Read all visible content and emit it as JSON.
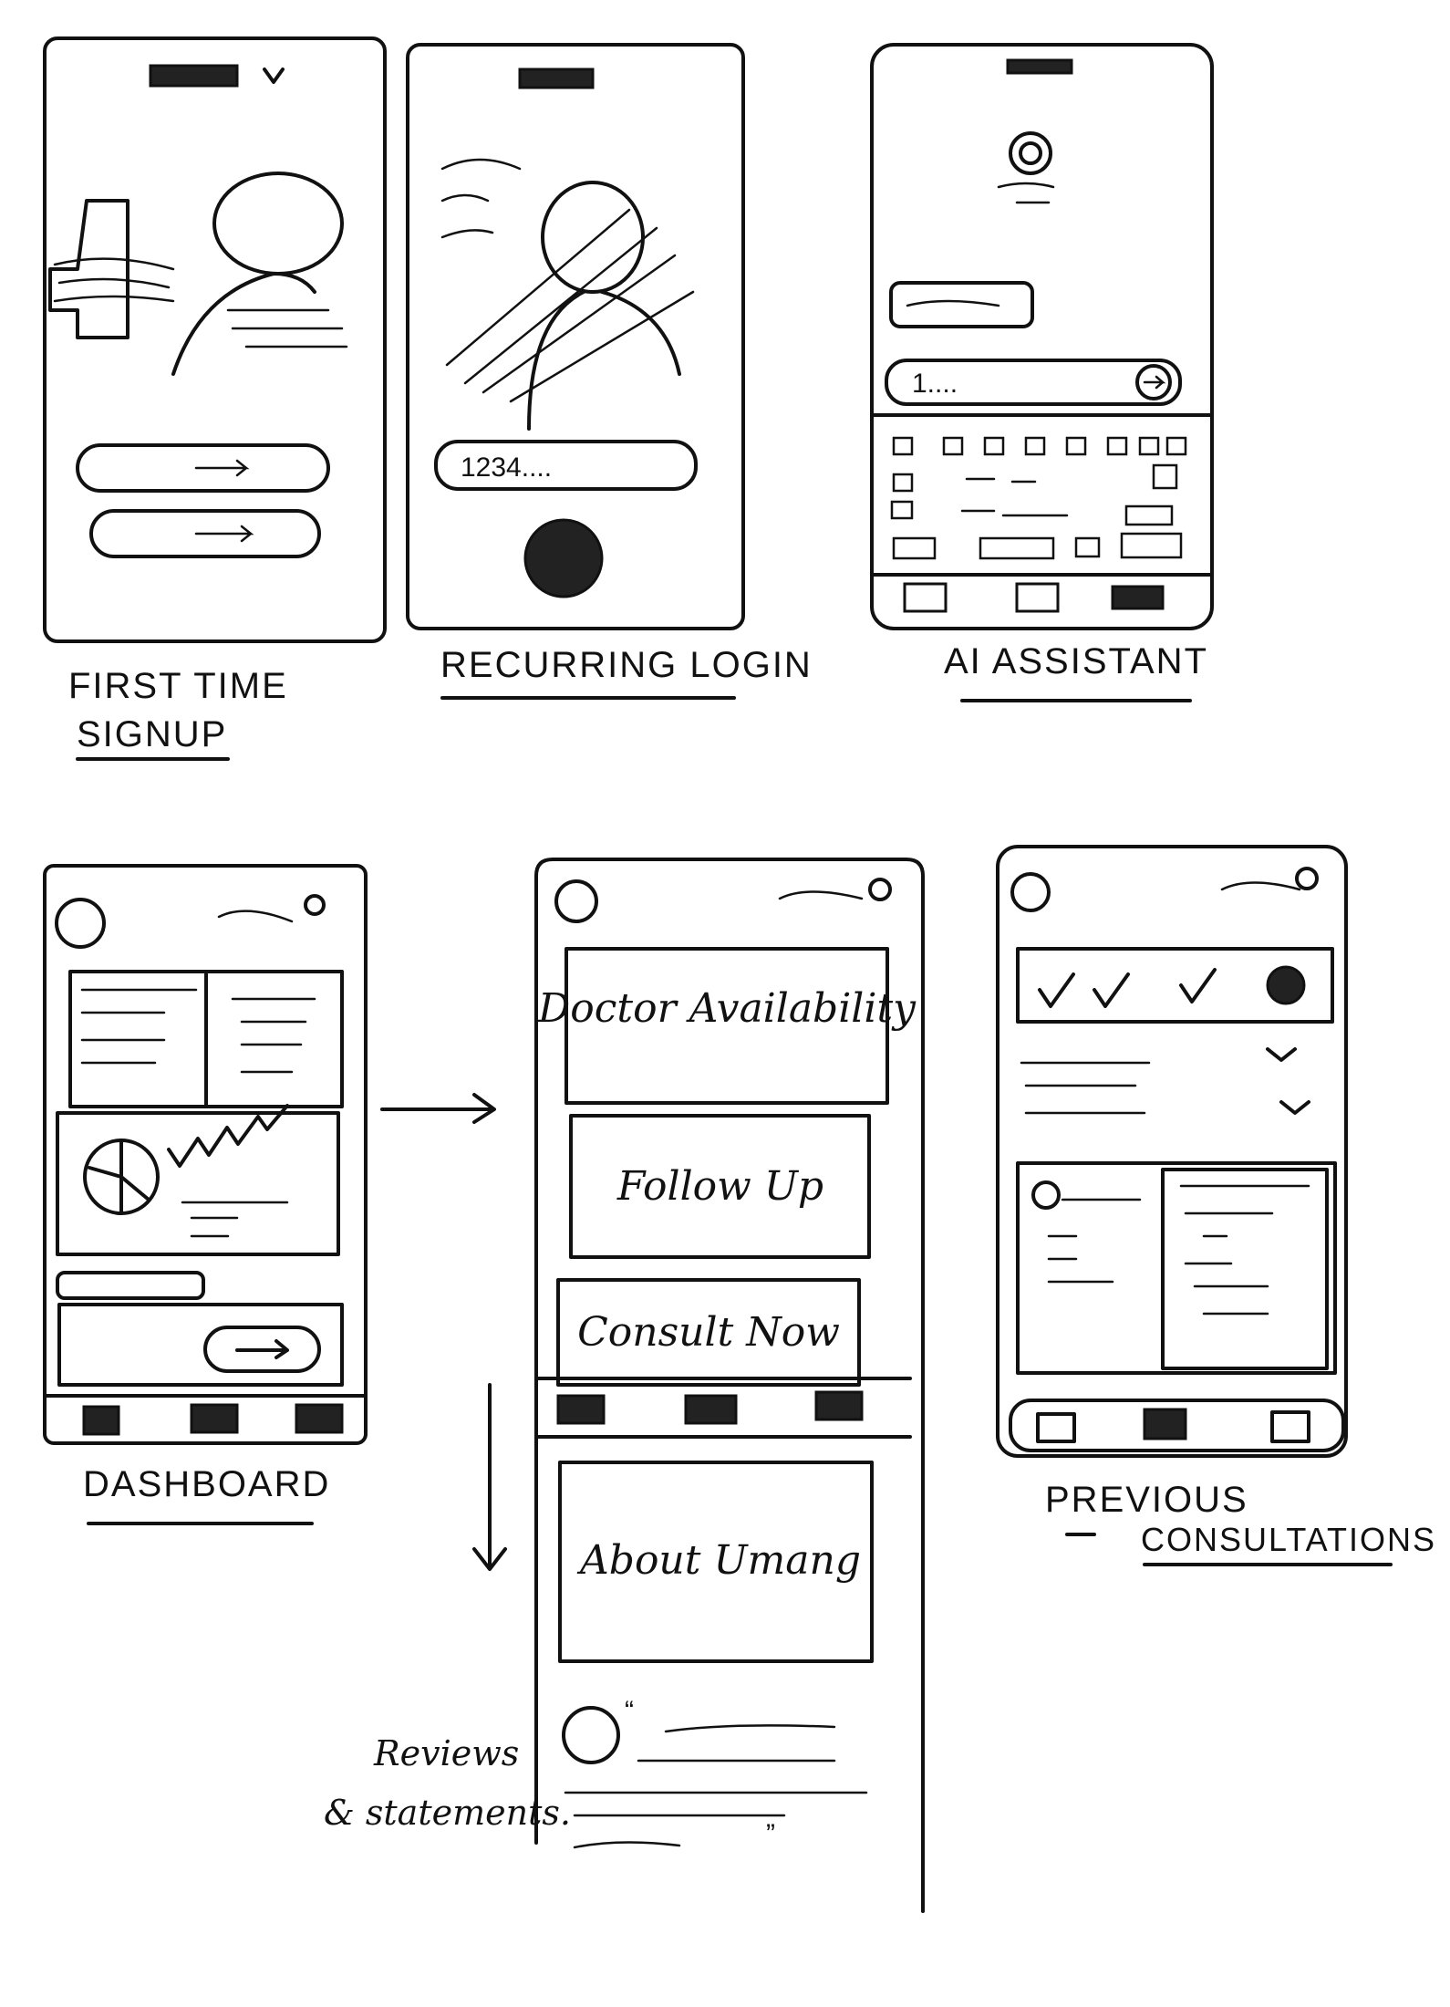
{
  "screens": {
    "first_time_signup": {
      "label_line1": "FIRST TIME",
      "label_line2": "SIGNUP"
    },
    "recurring_login": {
      "label": "RECURRING LOGIN",
      "pin_field": "1234...."
    },
    "ai_assistant": {
      "label": "AI ASSISTANT",
      "input_field": "1....",
      "send_icon": "arrow-right-circle-icon"
    },
    "dashboard": {
      "label": "DASHBOARD"
    },
    "home": {
      "cards": [
        "Doctor Availability",
        "Follow Up",
        "Consult Now",
        "About Umang"
      ],
      "reviews_annotation_line1": "Reviews",
      "reviews_annotation_line2": "& statements."
    },
    "previous_consultations": {
      "label_line1": "PREVIOUS",
      "label_line2": "CONSULTATIONS"
    }
  },
  "colors": {
    "ink": "#111111",
    "paper": "#ffffff"
  }
}
